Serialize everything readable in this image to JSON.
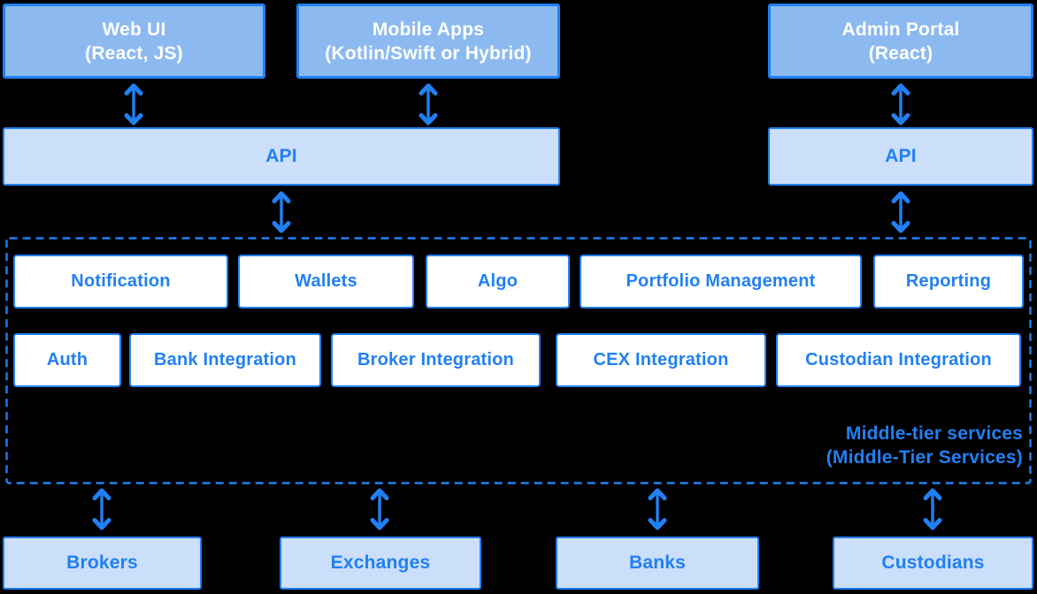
{
  "colors": {
    "background": "#000000",
    "accent": "#2180f3",
    "client_fill": "#8cb9f0",
    "client_text": "#ffffff",
    "api_fill": "#cbdefa",
    "service_fill": "#ffffff"
  },
  "icons": {
    "connector": "vertical-double-arrow"
  },
  "clients": [
    {
      "label": "Web UI",
      "sublabel": "(React, JS)"
    },
    {
      "label": "Mobile Apps",
      "sublabel": "(Kotlin/Swift or Hybrid)"
    },
    {
      "label": "Admin Portal",
      "sublabel": "(React)"
    }
  ],
  "api": [
    {
      "label": "API"
    },
    {
      "label": "API"
    }
  ],
  "middle_tier": {
    "caption_line1": "Middle-tier services",
    "caption_line2": "(Middle-Tier Services)",
    "row1": [
      "Notification",
      "Wallets",
      "Algo",
      "Portfolio Management",
      "Reporting"
    ],
    "row2": [
      "Auth",
      "Bank Integration",
      "Broker Integration",
      "CEX Integration",
      "Custodian Integration"
    ]
  },
  "external_systems": [
    "Brokers",
    "Exchanges",
    "Banks",
    "Custodians"
  ]
}
